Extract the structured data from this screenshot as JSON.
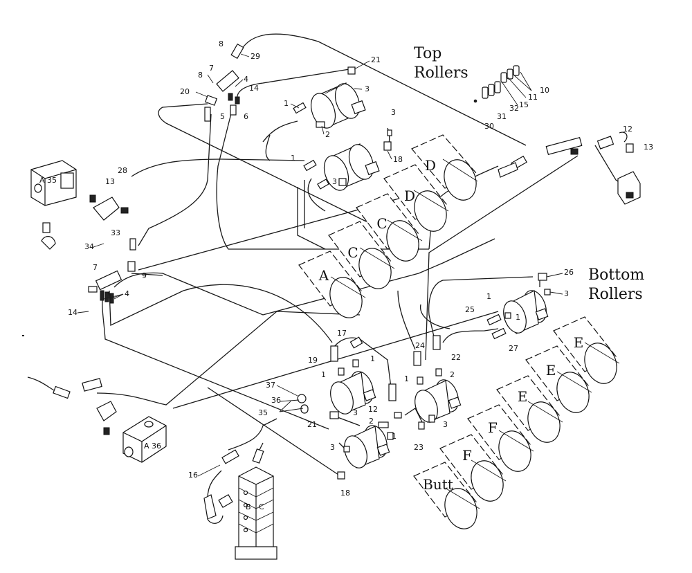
{
  "headings": {
    "top_line1": "Top",
    "top_line2": "Rollers",
    "bottom_line1": "Bottom",
    "bottom_line2": "Rollers"
  },
  "rollers": [
    "D",
    "D",
    "C",
    "C",
    "A",
    "E",
    "E",
    "E",
    "F",
    "F",
    "Butt"
  ],
  "manifolds": {
    "upper": "A 35",
    "lower": "A 36",
    "valve_b": "B",
    "valve_c": "C"
  },
  "callouts": [
    "1",
    "2",
    "3",
    "4",
    "5",
    "6",
    "7",
    "8",
    "9",
    "10",
    "11",
    "12",
    "13",
    "14",
    "15",
    "16",
    "17",
    "18",
    "19",
    "20",
    "21",
    "22",
    "23",
    "24",
    "25",
    "26",
    "27",
    "28",
    "29",
    "30",
    "31",
    "32",
    "33",
    "34",
    "35",
    "36",
    "37"
  ]
}
